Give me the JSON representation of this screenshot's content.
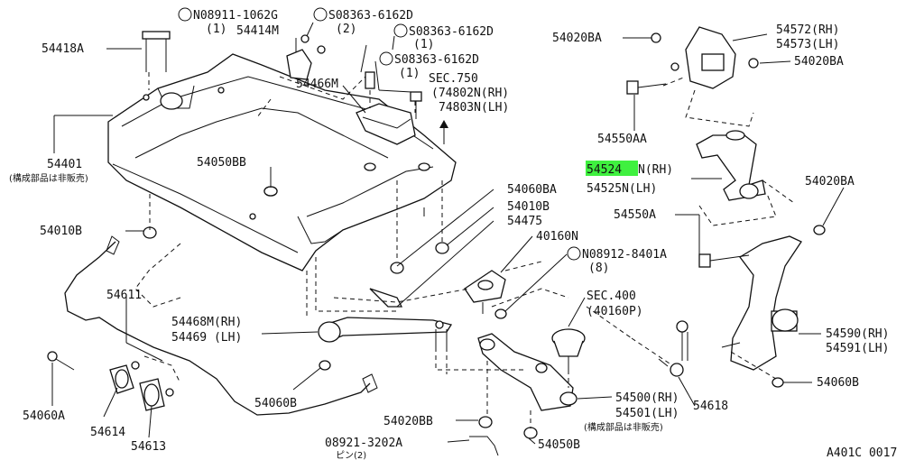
{
  "diagram_id": "A401C 0017",
  "labels": {
    "p54418a": "54418A",
    "n08911": "N08911-1062G",
    "n08911_qty": "(1)",
    "p54414m": "54414M",
    "s08363_1": "S08363-6162D",
    "s08363_1_qty": "(2)",
    "s08363_2": "S08363-6162D",
    "s08363_2_qty": "(1)",
    "s08363_3": "S08363-6162D",
    "s08363_3_qty": "(1)",
    "sec750": "SEC.750",
    "p74802n": "(74802N(RH)",
    "p74803n": "74803N(LH)",
    "p54466m": "54466M",
    "p54401": "54401",
    "p54401_note": "(構成部品は非販売)",
    "p54050bb": "54050BB",
    "p54010b_left": "54010B",
    "p54060ba": "54060BA",
    "p54010b_mid": "54010B",
    "p54475": "54475",
    "p40160n": "40160N",
    "n08912": "N08912-8401A",
    "n08912_qty": "(8)",
    "sec400": "SEC.400",
    "p40160p": "(40160P)",
    "p54611": "54611",
    "p54468m": "54468M(RH)",
    "p54469": "54469 (LH)",
    "p54060a": "54060A",
    "p54614": "54614",
    "p54613": "54613",
    "p54060b_left": "54060B",
    "p54020bb": "54020BB",
    "p08921": "08921-3202A",
    "p08921_note": "ピン(2)",
    "p54050b": "54050B",
    "p54500": "54500(RH)",
    "p54501": "54501(LH)",
    "p54501_note": "(構成部品は非販売)",
    "p54618": "54618",
    "p54020ba_top": "54020BA",
    "p54572": "54572(RH)",
    "p54573": "54573(LH)",
    "p54020ba_right": "54020BA",
    "p54550aa": "54550AA",
    "p54524n": "54524",
    "p54524n_suffix": "N(RH)",
    "p54525n": "54525N(LH)",
    "p54020ba_mid": "54020BA",
    "p54550a": "54550A",
    "p54590": "54590(RH)",
    "p54591": "54591(LH)",
    "p54060b_right": "54060B"
  },
  "highlight_color": "#3ff03f"
}
